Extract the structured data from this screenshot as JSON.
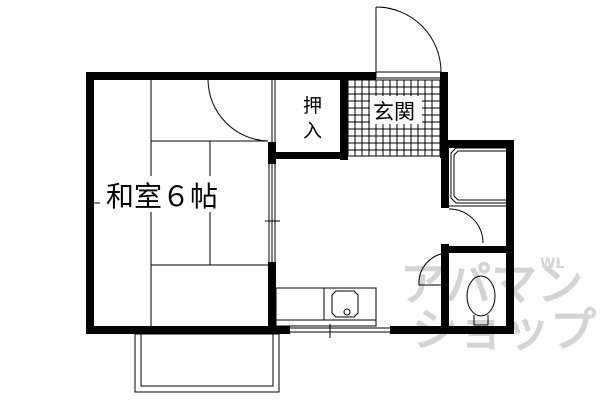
{
  "floorplan": {
    "rooms": {
      "washitsu": {
        "label": "和室６帖",
        "type": "japanese-style room",
        "size_jo": 6
      },
      "oshiire": {
        "label_line1": "押",
        "label_line2": "入"
      },
      "genkan": {
        "label": "玄関"
      }
    },
    "watermark": {
      "line1": "アパマン",
      "line2": "ショップ",
      "side": "WL"
    },
    "colors": {
      "wall": "#000000",
      "background": "#ffffff",
      "watermark": "#d4d4d4"
    }
  }
}
